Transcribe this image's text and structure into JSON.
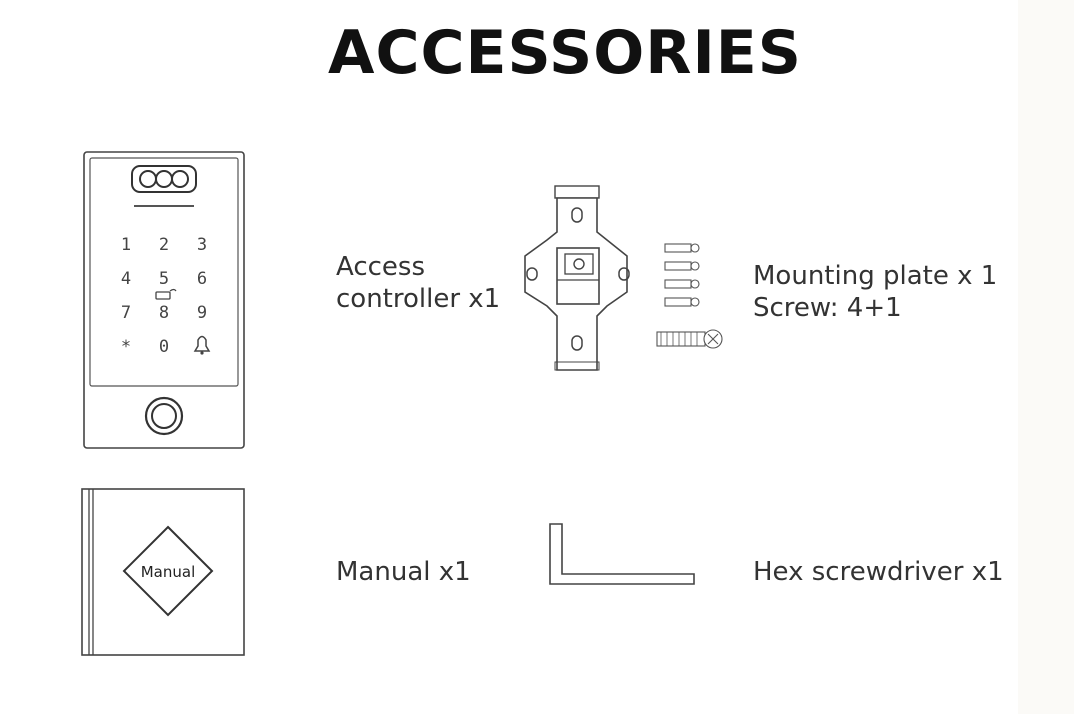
{
  "title": "ACCESSORIES",
  "items": [
    {
      "icon": "access-controller-icon",
      "label_line1": "Access",
      "label_line2": "controller x1"
    },
    {
      "icon": "mounting-plate-icon",
      "label_line1": "Mounting plate x 1",
      "label_line2": "Screw: 4+1"
    },
    {
      "icon": "manual-booklet-icon",
      "label": "Manual x1",
      "cover_text": "Manual"
    },
    {
      "icon": "hex-key-icon",
      "label": "Hex screwdriver x1"
    }
  ],
  "keypad": [
    "1",
    "2",
    "3",
    "4",
    "5",
    "6",
    "7",
    "8",
    "9",
    "*",
    "0",
    "bell"
  ]
}
